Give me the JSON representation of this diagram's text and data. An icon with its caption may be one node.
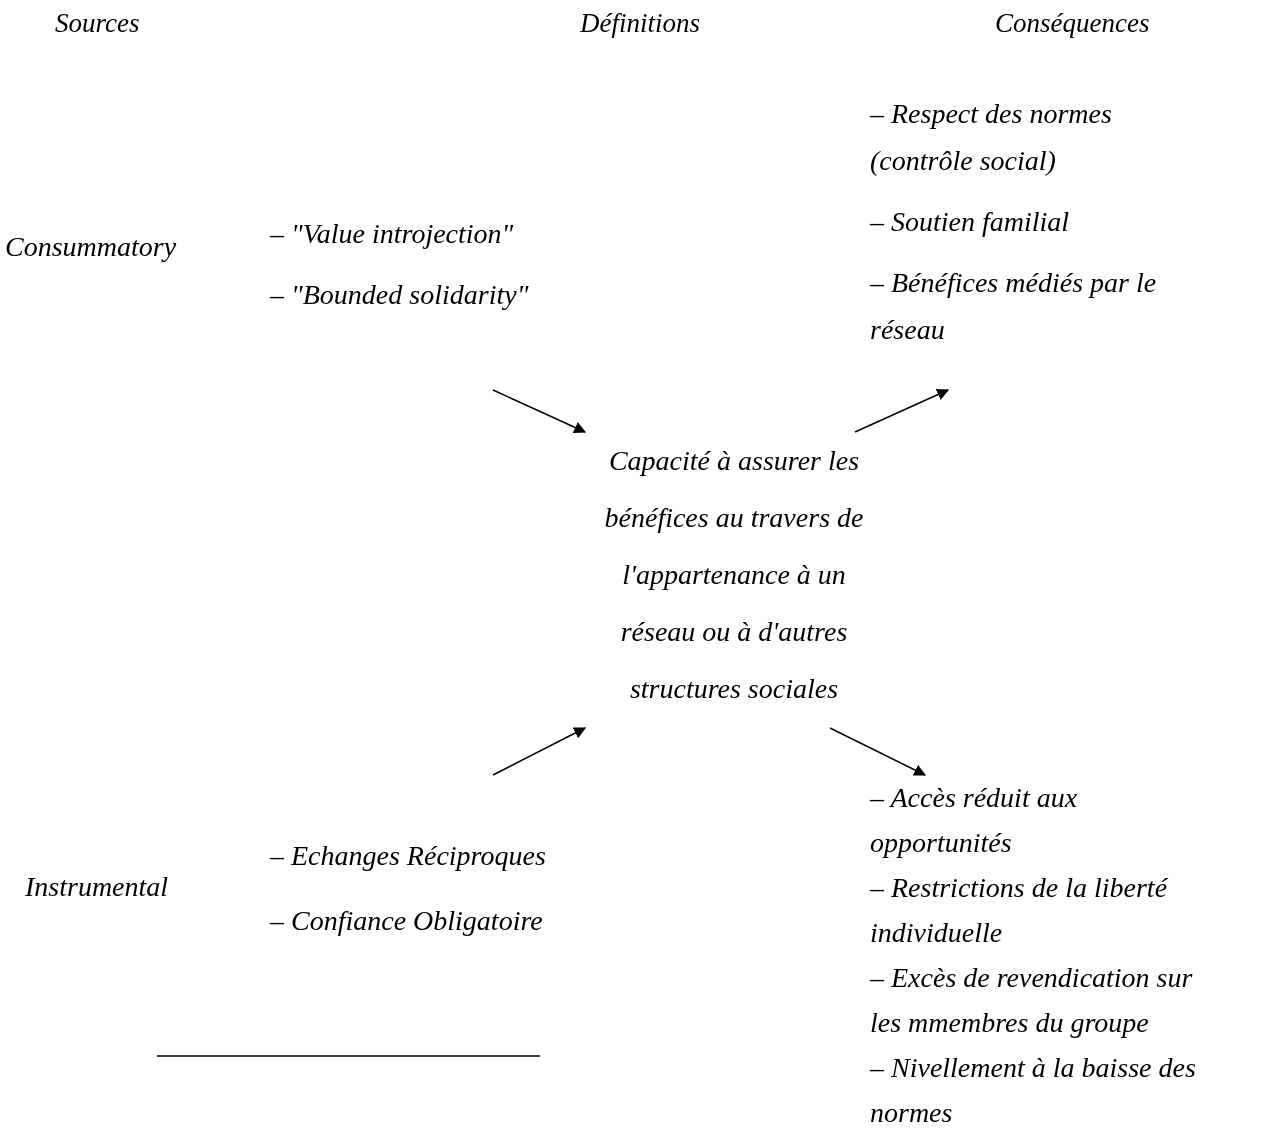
{
  "diagram": {
    "nodes": [
      {
        "text": [
          "Consummatory"
        ]
      },
      {
        "text": [
          "– \"Value introjection\"",
          "– \"Bounded solidarity\""
        ]
      },
      {
        "text": [
          "– Respect des normes (contrôle social)",
          "– Soutien familial",
          "– Bénéfices médiés par le réseau"
        ]
      },
      {
        "text": [
          "Capacité à assurer les bénéfices au travers de l'appartenance à un réseau ou à d'autres structures sociales"
        ]
      },
      {
        "text": [
          "Instrumental"
        ]
      },
      {
        "text": [
          "– Echanges Réciproques",
          "– Confiance Obligatoire"
        ]
      },
      {
        "text": [
          "– Accès réduit aux opportunités",
          "– Restrictions de la liberté individuelle",
          "– Excès de revendication sur les mmembres du groupe",
          "– Nivellement à la baisse des normes"
        ]
      }
    ],
    "edges": [
      {
        "from": 1,
        "to": 3,
        "arrow": "to"
      },
      {
        "from": 3,
        "to": 2,
        "arrow": "to"
      },
      {
        "from": 5,
        "to": 3,
        "arrow": "to"
      },
      {
        "from": 3,
        "to": 6,
        "arrow": "to"
      }
    ],
    "labels": [
      "Sources",
      "Définitions",
      "Conséquences"
    ]
  }
}
